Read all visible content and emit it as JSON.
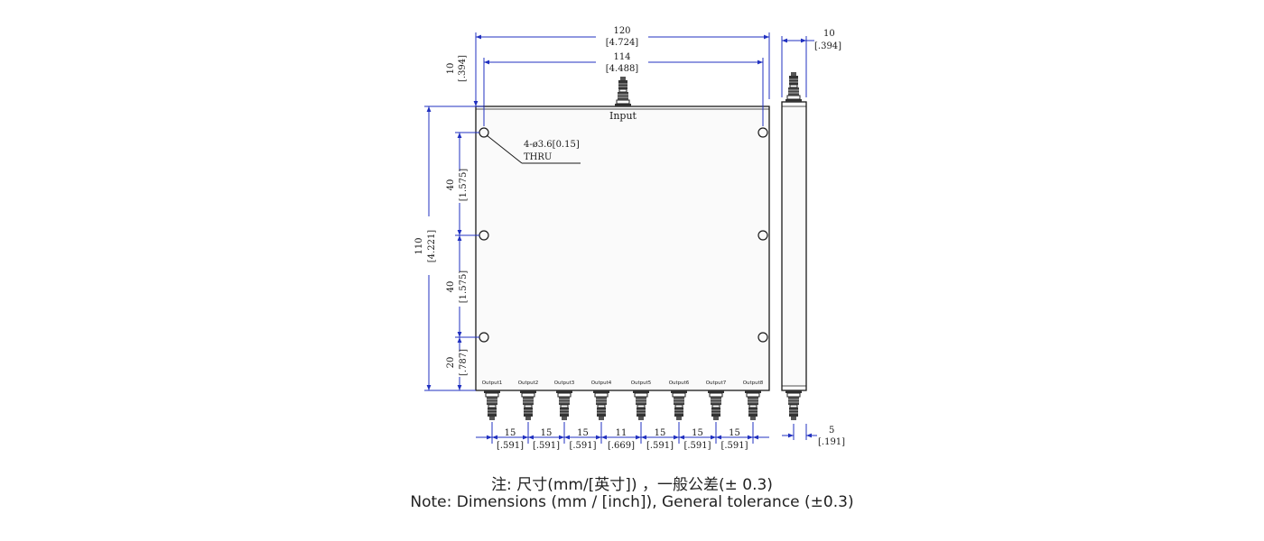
{
  "dimensions": {
    "overall_width": {
      "mm": "120",
      "inch": "[4.724]"
    },
    "hole_spacing_width": {
      "mm": "114",
      "inch": "[4.488]"
    },
    "top_margin": {
      "mm": "10",
      "inch": "[.394]"
    },
    "side_depth": {
      "mm": "10",
      "inch": "[.394]"
    },
    "overall_height": {
      "mm": "110",
      "inch": "[4.221]"
    },
    "hole_gap_1": {
      "mm": "40",
      "inch": "[1.575]"
    },
    "hole_gap_2": {
      "mm": "40",
      "inch": "[1.575]"
    },
    "bottom_margin": {
      "mm": "20",
      "inch": "[.787]"
    },
    "side_offset": {
      "mm": "5",
      "inch": "[.191]"
    }
  },
  "port_spacing": [
    {
      "mm": "15",
      "inch": "[.591]"
    },
    {
      "mm": "15",
      "inch": "[.591]"
    },
    {
      "mm": "15",
      "inch": "[.591]"
    },
    {
      "mm": "11",
      "inch": "[.669]"
    },
    {
      "mm": "15",
      "inch": "[.591]"
    },
    {
      "mm": "15",
      "inch": "[.591]"
    },
    {
      "mm": "15",
      "inch": "[.591]"
    }
  ],
  "hole_callout": {
    "line1": "4-ø3.6[0.15]",
    "line2": "THRU"
  },
  "input_label": "Input",
  "outputs": [
    "Output1",
    "Output2",
    "Output3",
    "Output4",
    "Output5",
    "Output6",
    "Output7",
    "Output8"
  ],
  "notes": {
    "zh": "注: 尺寸(mm/[英寸]) ，一般公差(± 0.3)",
    "en": "Note: Dimensions (mm / [inch]), General tolerance (±0.3)"
  },
  "colors": {
    "dimension_line": "#2030c0",
    "outline": "#1a1a1a"
  }
}
